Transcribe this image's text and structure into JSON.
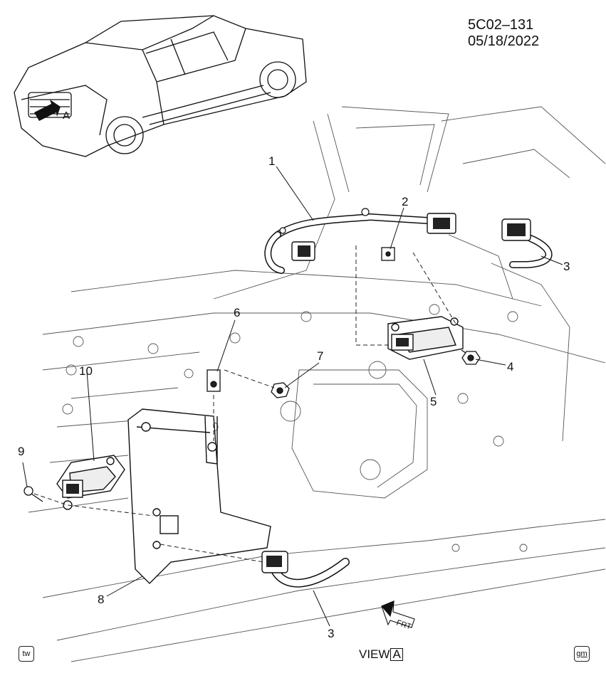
{
  "header": {
    "reference": "5C02–131  05/18/2022"
  },
  "inset": {
    "view_marker": "A"
  },
  "callouts": [
    "1",
    "2",
    "3",
    "4",
    "5",
    "6",
    "7",
    "8",
    "9",
    "10",
    "3"
  ],
  "footer": {
    "left_icon": "tw",
    "view_word": "VIEW",
    "view_letter": "A",
    "right_icon": "gm",
    "front_arrow": "FRT"
  }
}
